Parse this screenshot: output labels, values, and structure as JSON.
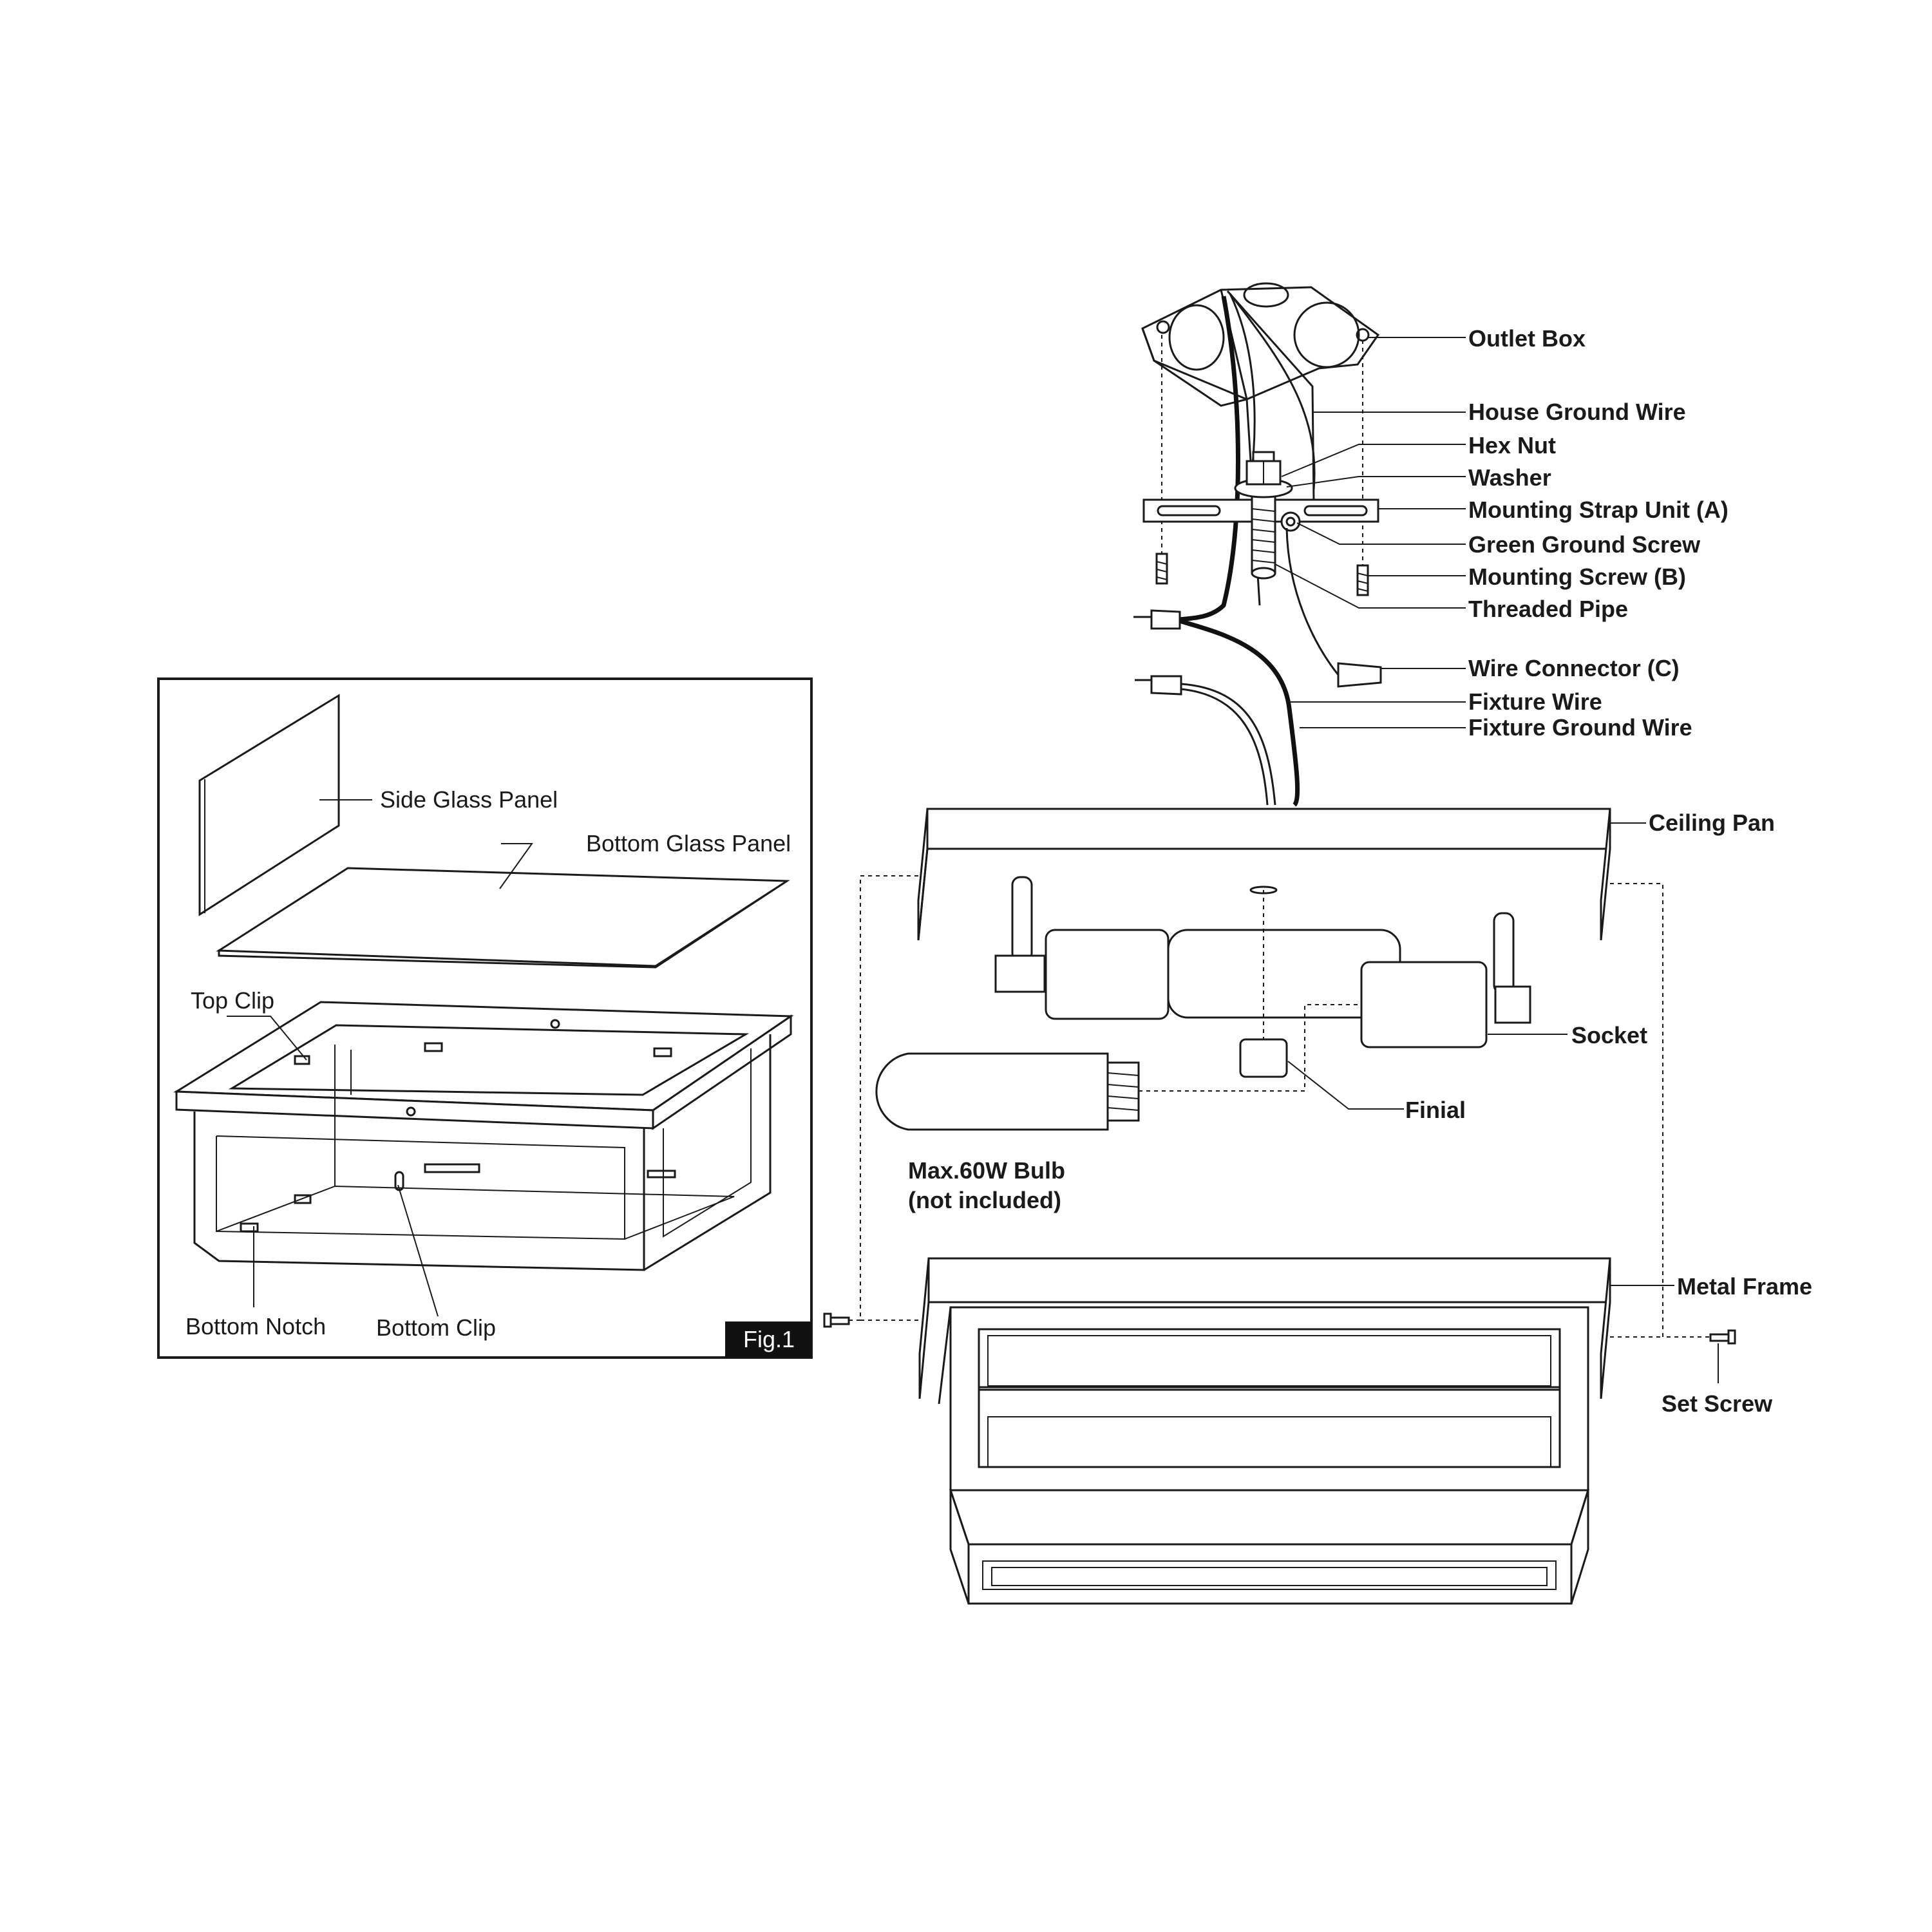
{
  "main_labels": {
    "outlet_box": "Outlet Box",
    "house_ground_wire": "House Ground Wire",
    "hex_nut": "Hex Nut",
    "washer": "Washer",
    "mounting_strap": "Mounting Strap Unit (A)",
    "green_ground_screw": "Green Ground Screw",
    "mounting_screw": "Mounting Screw (B)",
    "threaded_pipe": "Threaded Pipe",
    "wire_connector": "Wire Connector (C)",
    "fixture_wire": "Fixture Wire",
    "fixture_ground_wire": "Fixture Ground Wire",
    "ceiling_pan": "Ceiling Pan",
    "socket": "Socket",
    "finial": "Finial",
    "bulb_line1": "Max.60W Bulb",
    "bulb_line2": "(not included)",
    "metal_frame": "Metal Frame",
    "set_screw": "Set Screw"
  },
  "fig1": {
    "side_glass_panel": "Side Glass Panel",
    "bottom_glass_panel": "Bottom Glass Panel",
    "top_clip": "Top Clip",
    "bottom_notch": "Bottom Notch",
    "bottom_clip": "Bottom Clip",
    "tag": "Fig.1"
  },
  "colors": {
    "ink": "#1a1a1a",
    "background": "#ffffff",
    "tag_fill": "#111111"
  }
}
